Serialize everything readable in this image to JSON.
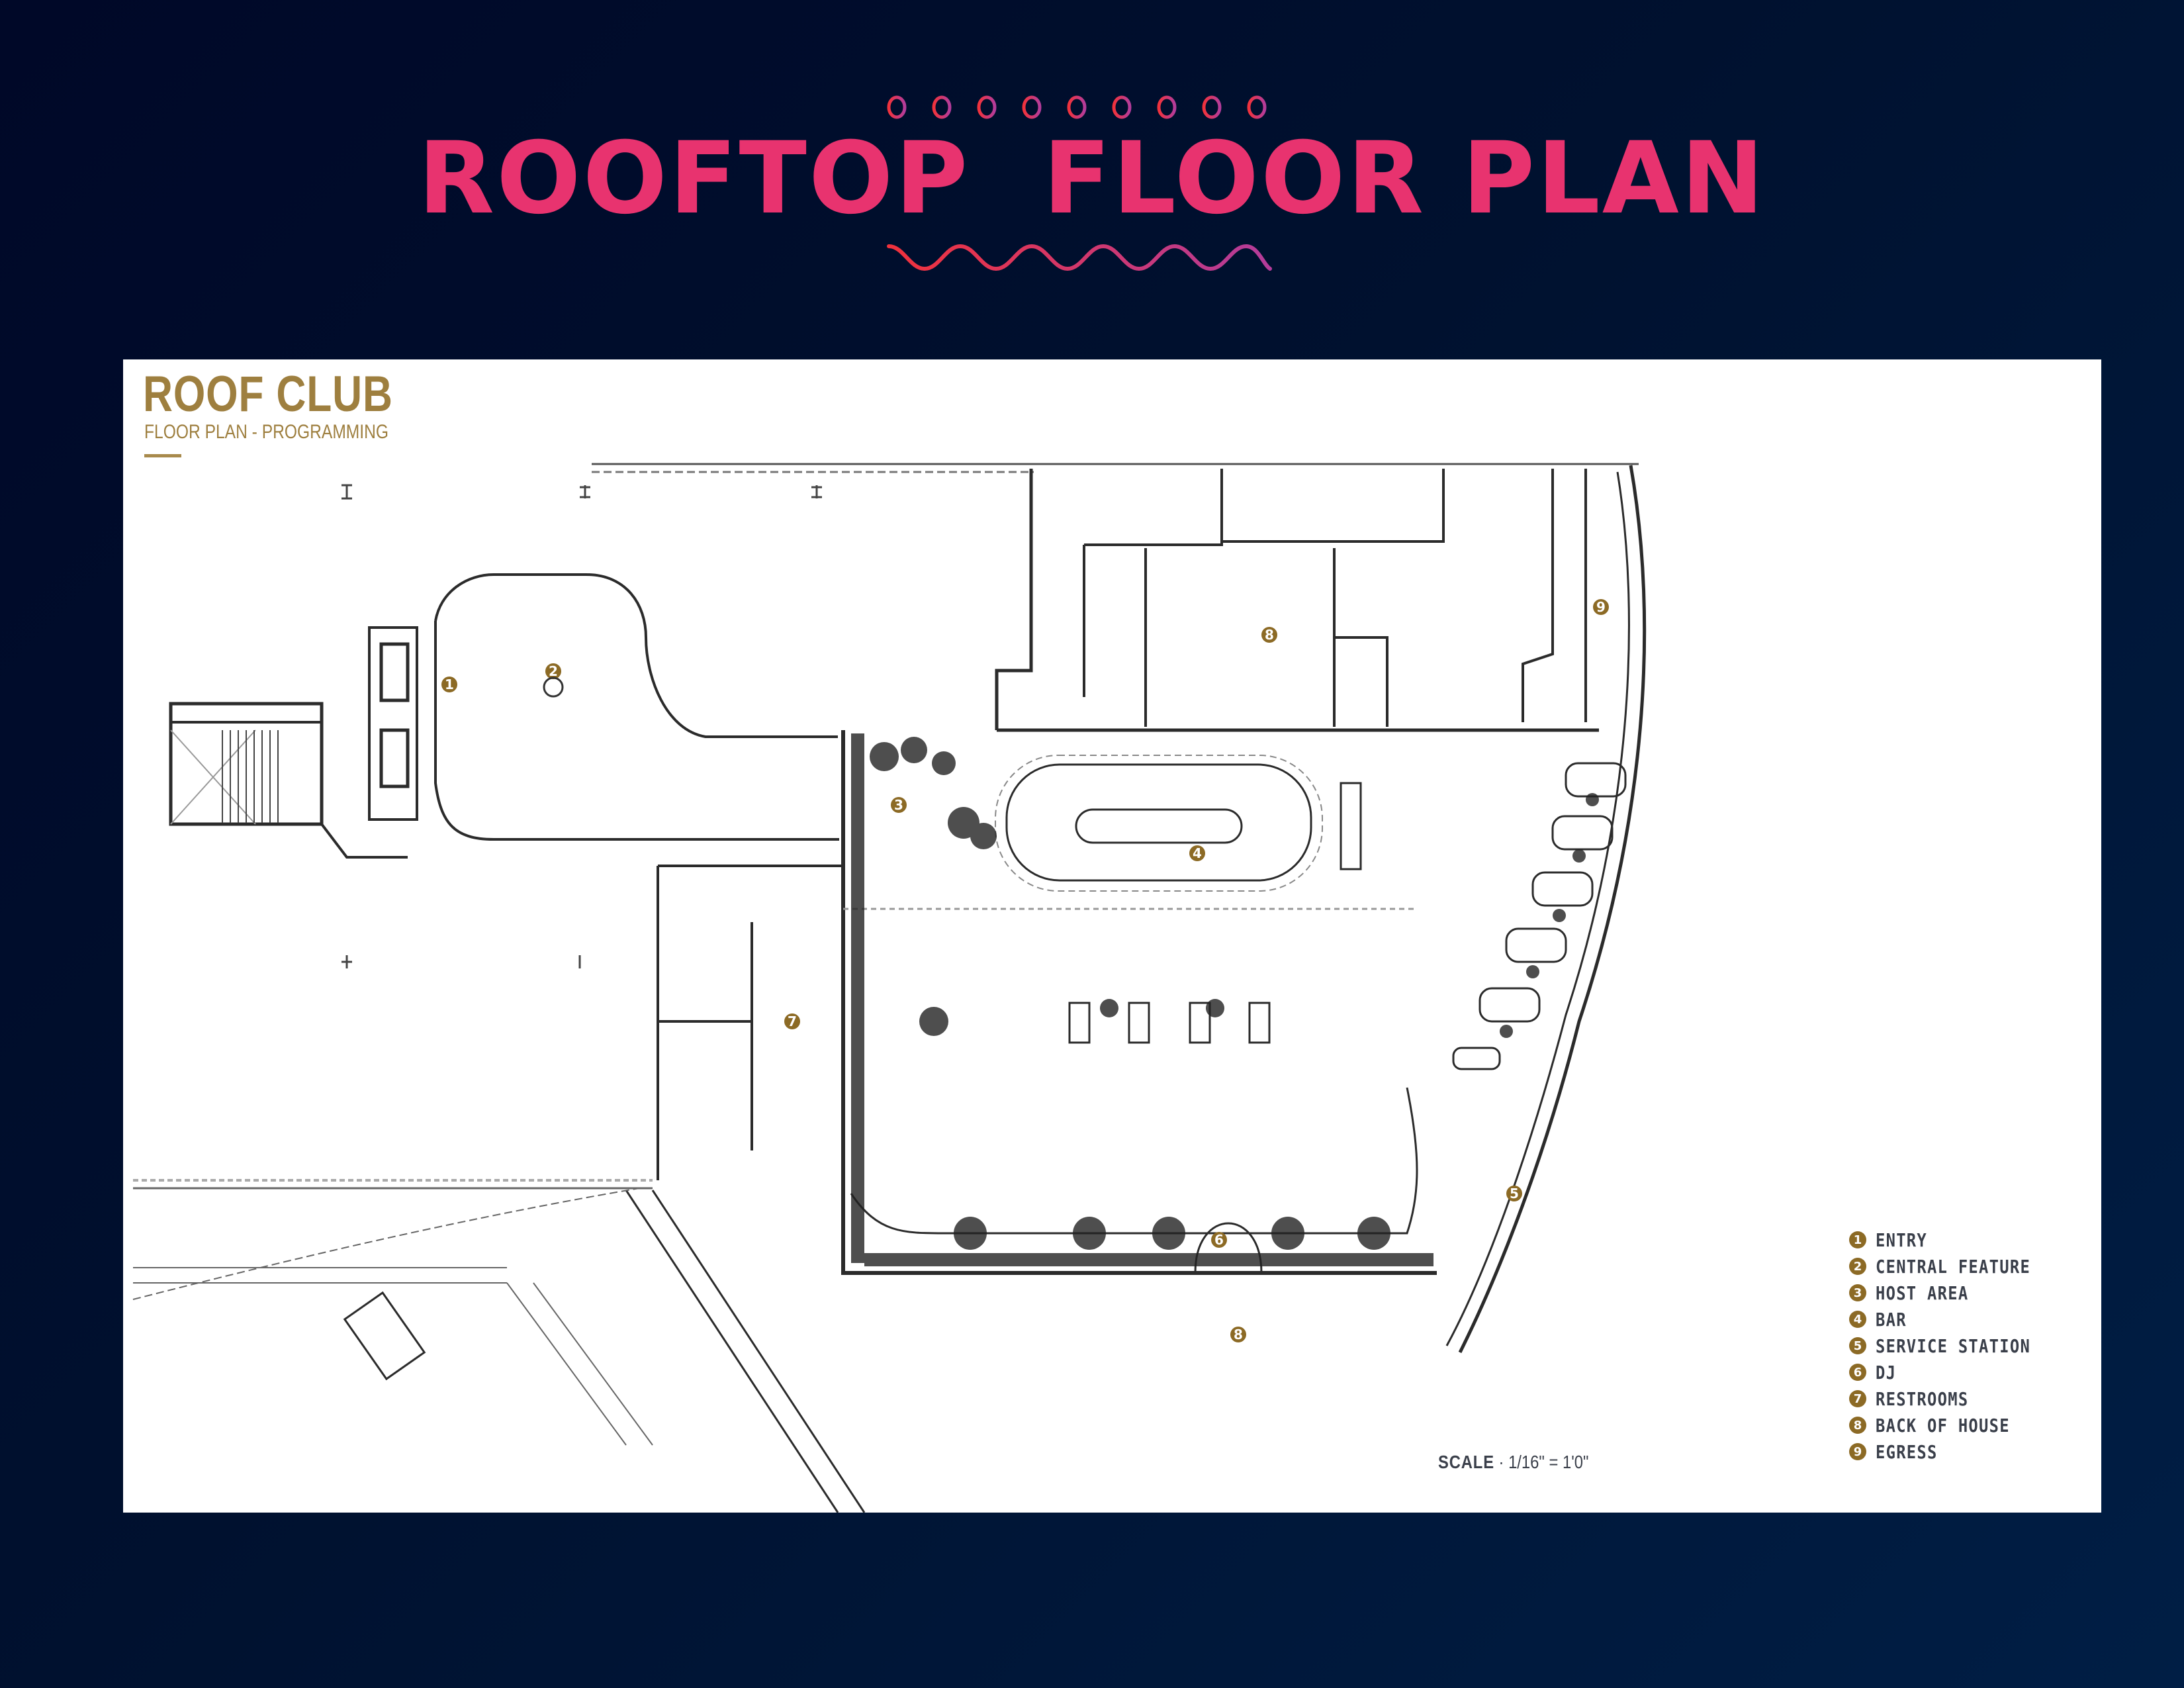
{
  "page": {
    "title": "ROOFTOP  FLOOR PLAN",
    "colors": {
      "background_start": "#000828",
      "background_end": "#001e45",
      "title_pink": "#e8336f",
      "ornament_red": "#f0323c",
      "ornament_purple": "#b43c9b",
      "plan_gold": "#8c6a25",
      "plan_title_gold": "#9e7f3f"
    },
    "ornaments": {
      "top_circles_count": 9,
      "bottom_wave": "sine"
    }
  },
  "plan": {
    "title": "ROOF CLUB",
    "subtitle": "FLOOR PLAN - PROGRAMMING",
    "scale_label": "SCALE",
    "scale_value": "· 1/16\" = 1'0\"",
    "markers": [
      {
        "num": "1",
        "area": "ENTRY"
      },
      {
        "num": "2",
        "area": "CENTRAL FEATURE"
      },
      {
        "num": "3",
        "area": "HOST AREA"
      },
      {
        "num": "4",
        "area": "BAR"
      },
      {
        "num": "5",
        "area": "SERVICE STATION"
      },
      {
        "num": "6",
        "area": "DJ"
      },
      {
        "num": "7",
        "area": "RESTROOMS"
      },
      {
        "num": "8",
        "area": "BACK OF HOUSE"
      },
      {
        "num": "8",
        "area": "BACK OF HOUSE"
      },
      {
        "num": "9",
        "area": "EGRESS"
      }
    ],
    "legend": [
      {
        "num": "1",
        "label": "ENTRY"
      },
      {
        "num": "2",
        "label": "CENTRAL FEATURE"
      },
      {
        "num": "3",
        "label": "HOST AREA"
      },
      {
        "num": "4",
        "label": "BAR"
      },
      {
        "num": "5",
        "label": "SERVICE STATION"
      },
      {
        "num": "6",
        "label": "DJ"
      },
      {
        "num": "7",
        "label": "RESTROOMS"
      },
      {
        "num": "8",
        "label": "BACK OF HOUSE"
      },
      {
        "num": "9",
        "label": "EGRESS"
      }
    ]
  }
}
